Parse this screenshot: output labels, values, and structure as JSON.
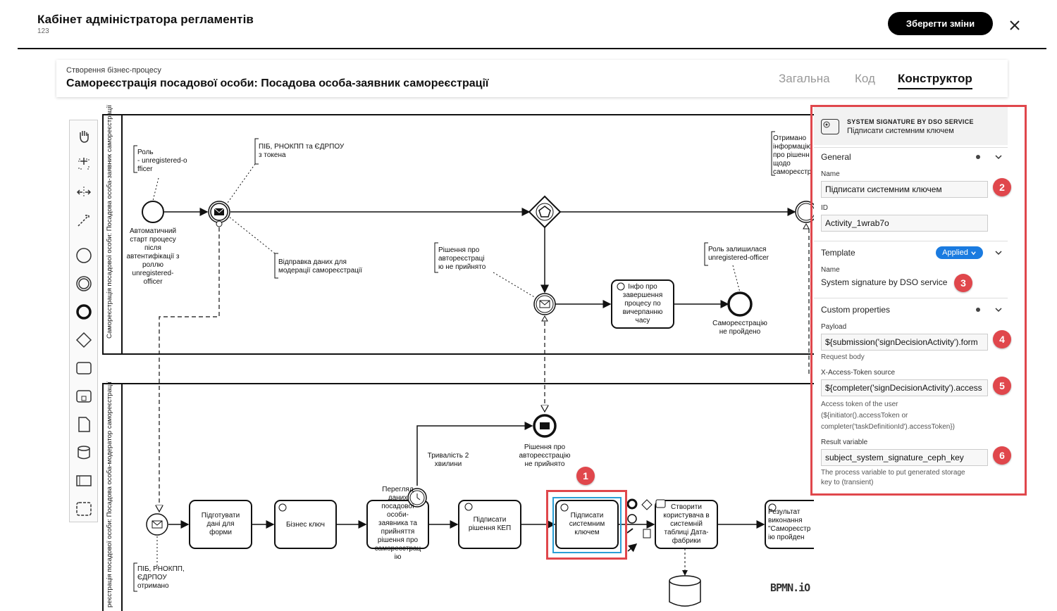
{
  "header": {
    "title": "Кабінет адміністратора регламентів",
    "subtitle": "123",
    "save_label": "Зберегти зміни"
  },
  "card": {
    "breadcrumb": "Створення бізнес-процесу",
    "title": "Самореєстрація посадової особи: Посадова особа-заявник самореєстрації",
    "tabs": [
      "Загальна",
      "Код",
      "Конструктор"
    ],
    "active_tab": "Конструктор"
  },
  "diagram": {
    "lane1_label": "Самореєстрація посадової особи: Посадова особа-заявник самореєстрації",
    "lane2_label": "реєстрація посадової особи: Посадова особа-модератор самореєстрації",
    "notes": {
      "role": "Роль\n- unregistered-o\nfficer",
      "token": "ПІБ, РНОКПП та ЄДРПОУ\nз токена",
      "sent": "Відправка даних для\nмодерації самореєстрації",
      "rejected": "Рішення про\nавтореєстраці\nю не прийнято",
      "role_left": "Роль залишилася\nunregistered-officer",
      "received_info": "Отримано\nінформацію\nпро рішенн\nщодо\nсамореєстр",
      "pib_received": "ПІБ, РНОКПП,\nЄДРПОУ\nотримано"
    },
    "labels": {
      "start": "Автоматичний\nстарт процесу\nпісля\nавтентифікації з\nроллю\nunregistered-\nofficer",
      "info_task": "Інфо про\nзавершення\nпроцесу по\nвичерпанню\nчасу",
      "end_fail": "Самореєстрацію\nне пройдено",
      "end_rejected": "Рішення про\nавтореєстрацію\nне прийнято",
      "duration": "Тривалість 2\nхвилини",
      "prepare": "Підготувати\nдані для\nформи",
      "biz_key": "Бізнес ключ",
      "review": "Перегляд\nданих\nпосадової\nособи-\nзаявника та\nприйняття\nрішення про\nсамореєстрац\nію",
      "sign_kep": "Підписати\nрішення КЕП",
      "sign_system": "Підписати\nсистемним\nключем",
      "create_user": "Створити\nкористувача в\nсистемній\nтаблиці Дата-\nфабрики",
      "result": "Результат\nвиконання\n\"Самореєстр\nію пройден"
    },
    "logo": "BPMN.iO"
  },
  "panel": {
    "type": "SYSTEM SIGNATURE BY DSO SERVICE",
    "name_header": "Підписати системним ключем",
    "general_title": "General",
    "name_label": "Name",
    "name_value": "Підписати системним ключем",
    "id_label": "ID",
    "id_value": "Activity_1wrab7o",
    "template_title": "Template",
    "applied_label": "Applied",
    "template_name_label": "Name",
    "template_name_value": "System signature by DSO service",
    "custom_title": "Custom properties",
    "payload_label": "Payload",
    "payload_value": "${submission('signDecisionActivity').form",
    "payload_hint": "Request body",
    "token_label": "X-Access-Token source",
    "token_value": "${completer('signDecisionActivity').access",
    "token_hint1": "Access token of the user",
    "token_hint2": "(${initiator().accessToken or",
    "token_hint3": "completer('taskDefinitionId').accessToken})",
    "result_label": "Result variable",
    "result_value": "subject_system_signature_ceph_key",
    "result_hint1": "The process variable to put generated storage",
    "result_hint2": "key to (transient)"
  },
  "badges": [
    "1",
    "2",
    "3",
    "4",
    "5",
    "6"
  ],
  "colors": {
    "accent": "#e0474c",
    "applied": "#1a7be0",
    "selected": "#2a9fd6"
  }
}
